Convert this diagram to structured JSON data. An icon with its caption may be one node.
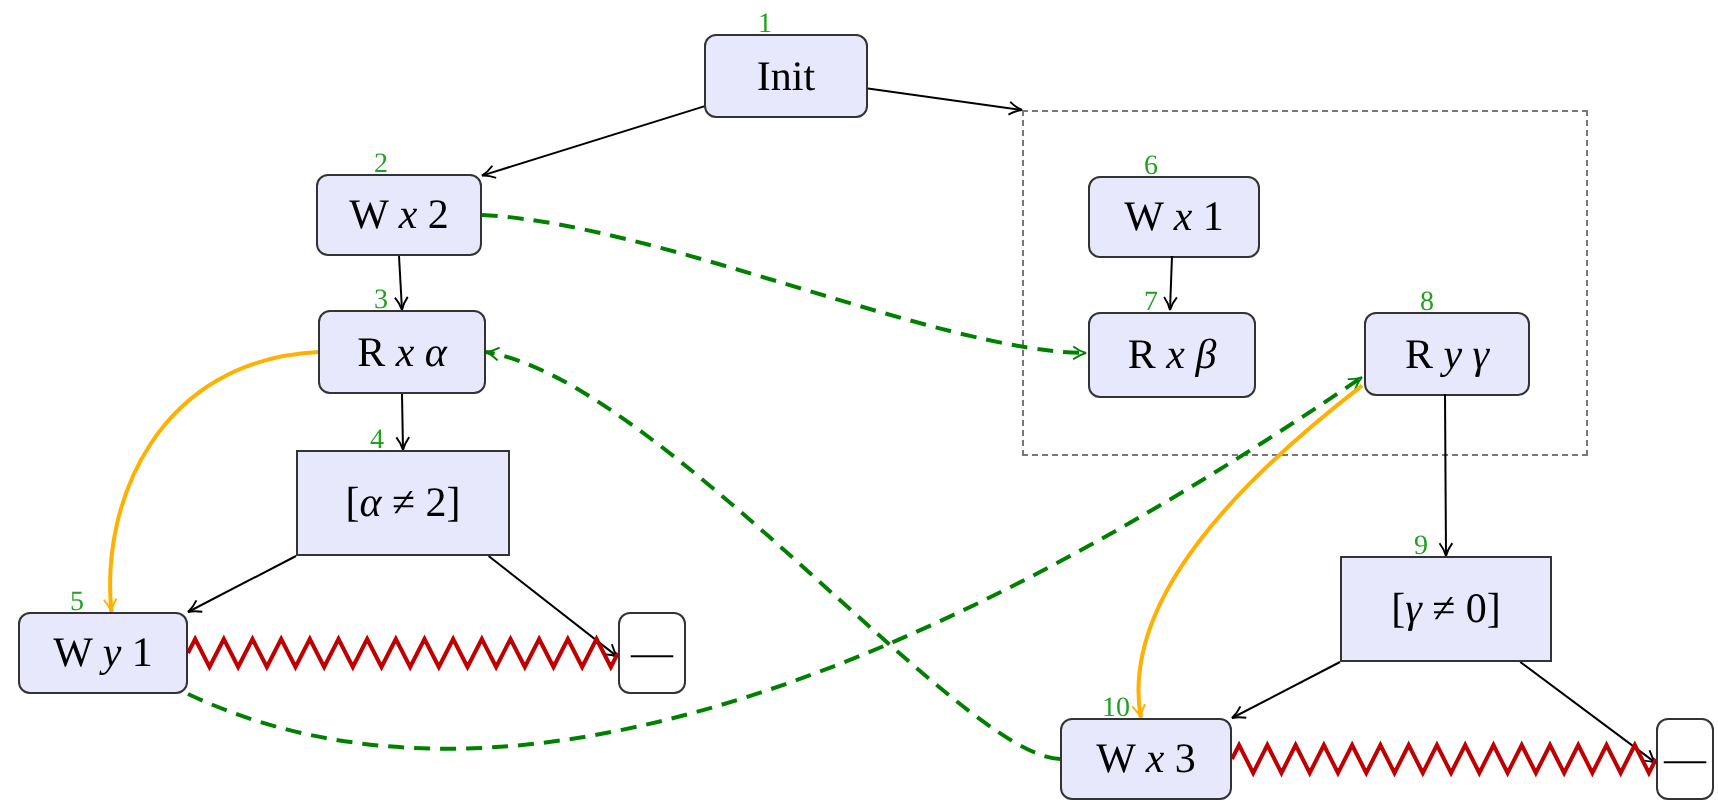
{
  "diagram": {
    "nodes": [
      {
        "text": [
          "Init"
        ],
        "beside": [
          "1"
        ]
      },
      {
        "text": [
          "W *x* 2"
        ],
        "beside": [
          "2"
        ]
      },
      {
        "text": [],
        "shape": "box"
      },
      {
        "text": [
          "W *x* 1"
        ],
        "in": 2,
        "beside": [
          "6"
        ]
      },
      {
        "text": [
          "R *x* *α*"
        ],
        "beside": [
          "3"
        ]
      },
      {
        "text": [
          "R *x* *β*"
        ],
        "in": 2,
        "beside": [
          "7"
        ]
      },
      {
        "text": [
          "R *y* *γ*"
        ],
        "in": 2,
        "beside": [
          "8"
        ]
      },
      {
        "text": [
          "[*α* ≠ 2]"
        ],
        "beside": [
          "4"
        ]
      },
      {
        "text": [
          "W *y* 1"
        ],
        "beside": [
          "5"
        ]
      },
      {
        "text": [
          "—"
        ]
      },
      {
        "text": [
          "[*γ* ≠ 0]"
        ],
        "beside": [
          "9"
        ]
      },
      {
        "text": [
          "W *x* 3"
        ],
        "beside": [
          "10"
        ]
      },
      {
        "text": [
          "—"
        ]
      }
    ],
    "edges": [
      {
        "from": 0,
        "to": 1,
        "arrow": "to"
      },
      {
        "from": 0,
        "to": 2,
        "arrow": "to"
      },
      {
        "from": 1,
        "to": 4,
        "arrow": "to"
      },
      {
        "from": 3,
        "to": 5,
        "arrow": "to"
      },
      {
        "from": 4,
        "to": 7,
        "arrow": "to"
      },
      {
        "from": 7,
        "to": 8,
        "arrow": "to"
      },
      {
        "from": 7,
        "to": 9,
        "arrow": "to"
      },
      {
        "from": 6,
        "to": 10,
        "arrow": "to"
      },
      {
        "from": 10,
        "to": 11,
        "arrow": "to"
      },
      {
        "from": 10,
        "to": 12,
        "arrow": "to"
      },
      {
        "from": 1,
        "to": 5,
        "arrow": "to",
        "style": "dashed",
        "color": "#008000"
      },
      {
        "from": 11,
        "to": 4,
        "arrow": "to",
        "style": "dashed",
        "color": "#008000"
      },
      {
        "from": 8,
        "to": 6,
        "arrow": "to",
        "style": "dashed",
        "color": "#008000"
      },
      {
        "from": 4,
        "to": 8,
        "arrow": "to",
        "color": "#ffb000"
      },
      {
        "from": 6,
        "to": 11,
        "arrow": "to",
        "color": "#ffb000"
      },
      {
        "from": 8,
        "to": 9,
        "arrow": "none",
        "color": "#c00000"
      },
      {
        "from": 11,
        "to": 12,
        "arrow": "none",
        "color": "#c00000"
      }
    ]
  }
}
